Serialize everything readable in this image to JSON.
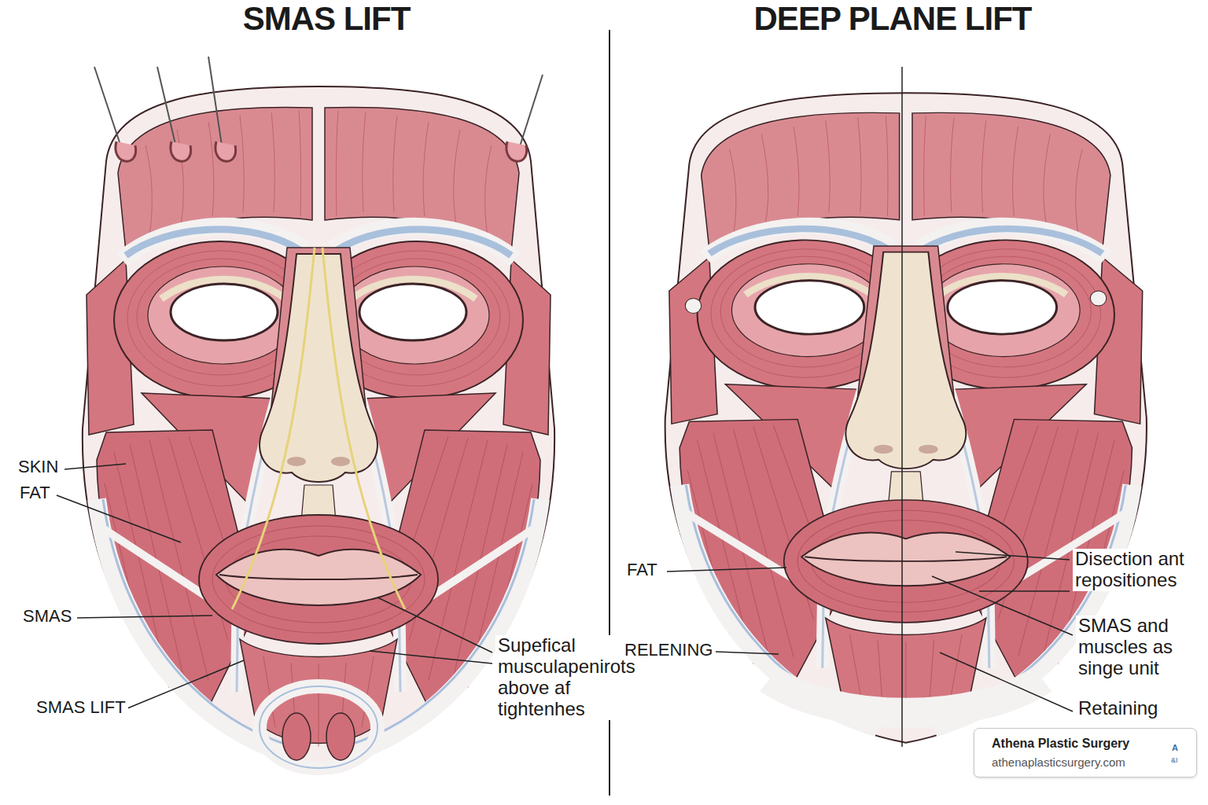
{
  "diagram": {
    "nodes": [
      {
        "text": [
          "Athena Plastic Surgery",
          "athenaplasticsurgery.com"
        ]
      }
    ],
    "labels": [
      "SMAS LIFT",
      "DEEP PLANE LIFT",
      "SKIN",
      "FAT",
      "SMAS",
      "SMAS LIFT",
      "Supefical musculapenirots above af tightenhes",
      "FAT",
      "RELENING",
      "Disection ant repositiones",
      "SMAS and muscles as singe unit",
      "Retaining",
      "A",
      "&I"
    ]
  }
}
